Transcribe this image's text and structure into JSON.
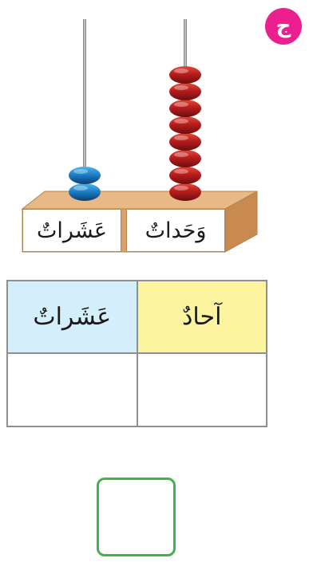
{
  "exercise": {
    "badge_label": "ج"
  },
  "abacus": {
    "rods": [
      {
        "place": "tens",
        "bead_count": 2,
        "bead_color": "#1a7bc2"
      },
      {
        "place": "ones",
        "bead_count": 8,
        "bead_color": "#b81d1d"
      }
    ],
    "labels": {
      "tens": "عَشَراتٌ",
      "ones": "وَحَداتٌ"
    },
    "base_color": "#dca06a"
  },
  "place_value_table": {
    "headers": {
      "tens": "عَشَراتٌ",
      "ones": "آحادٌ"
    },
    "header_colors": {
      "tens": "#d5eefb",
      "ones": "#fdf4a0"
    },
    "answers": {
      "tens": "",
      "ones": ""
    }
  },
  "answer_box": {
    "value": "",
    "border_color": "#46b04a"
  }
}
